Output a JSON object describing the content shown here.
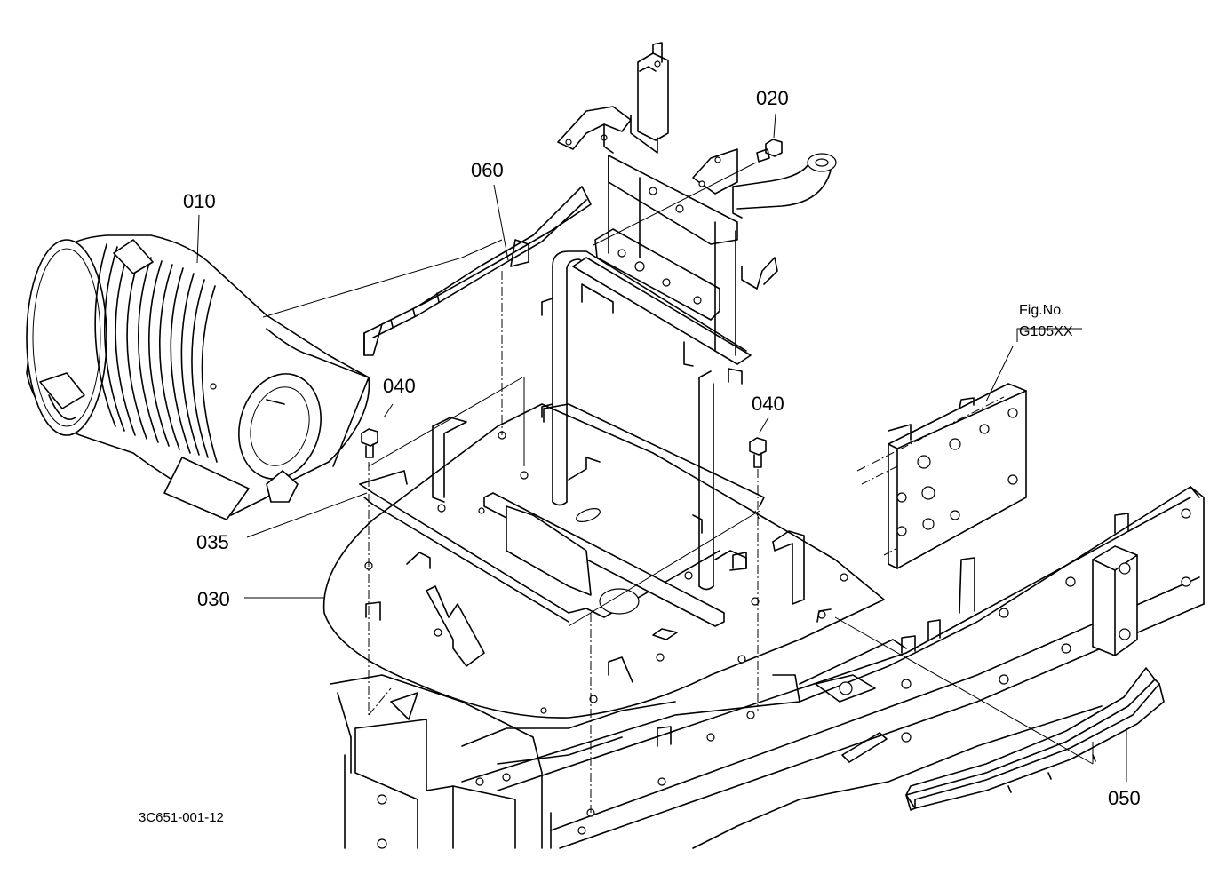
{
  "diagram": {
    "callouts": {
      "p010": "010",
      "p020": "020",
      "p030": "030",
      "p035": "035",
      "p040a": "040",
      "p040b": "040",
      "p050": "050",
      "p060": "060"
    },
    "figure_ref": {
      "label": "Fig.No.",
      "number": "G105XX"
    },
    "drawing_code": "3C651-001-12"
  }
}
